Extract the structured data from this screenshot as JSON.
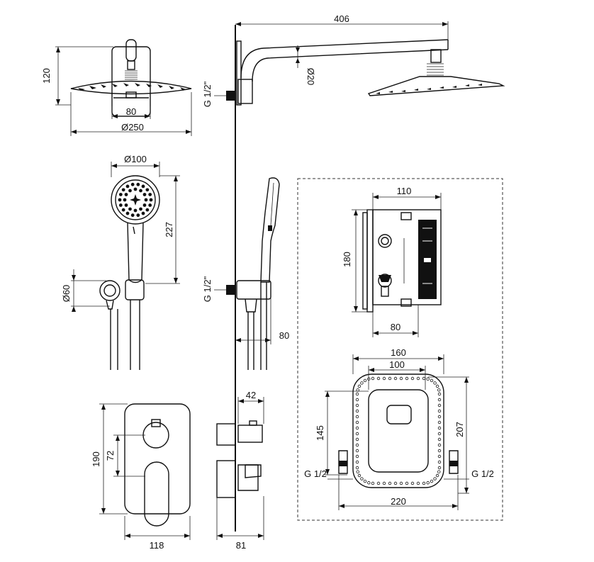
{
  "dimensions": {
    "arm_length": "406",
    "arm_diameter": "Ø20",
    "head_height": "120",
    "head_base_width": "80",
    "head_diameter": "Ø250",
    "thread_top": "G 1/2\"",
    "thread_mid": "G 1/2\"",
    "hand_diameter": "Ø100",
    "hand_length": "227",
    "holder_diameter": "Ø60",
    "holder_depth": "80",
    "box_width": "110",
    "box_height": "180",
    "box_depth": "80",
    "frame_outer_width": "160",
    "frame_inner_width": "100",
    "frame_height_145": "145",
    "frame_height_207": "207",
    "frame_base_width": "220",
    "thread_left": "G 1/2",
    "thread_right": "G 1/2",
    "plate_height": "190",
    "knob_offset": "72",
    "plate_width": "118",
    "side_depth_top": "42",
    "side_depth_bottom": "81"
  }
}
